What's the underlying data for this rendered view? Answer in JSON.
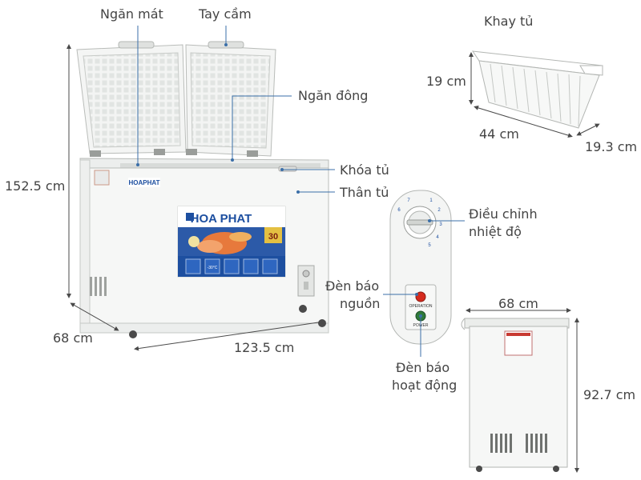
{
  "labels": {
    "ngan_mat": "Ngăn mát",
    "tay_cam": "Tay cầm",
    "ngan_dong": "Ngăn đông",
    "khoa_tu": "Khóa tủ",
    "than_tu": "Thân tủ",
    "khay_tu": "Khay tủ",
    "dieu_chinh_1": "Điều chỉnh",
    "dieu_chinh_2": "nhiệt độ",
    "den_nguon_1": "Đèn báo",
    "den_nguon_2": "nguồn",
    "den_hoat_1": "Đèn báo",
    "den_hoat_2": "hoạt động"
  },
  "dimensions": {
    "height_total": "152.5 cm",
    "depth": "68 cm",
    "width": "123.5 cm",
    "tray_height": "19 cm",
    "tray_length": "44 cm",
    "tray_width": "19.3 cm",
    "side_depth": "68 cm",
    "side_height": "92.7 cm"
  },
  "brand": {
    "logo_small": "HOAPHAT",
    "logo_main": "HOA PHAT",
    "badge": "30",
    "temp": "-30°C"
  },
  "panel": {
    "operation": "OPERATION",
    "power": "POWER",
    "dial_numbers": [
      "1",
      "2",
      "3",
      "4",
      "5",
      "6",
      "7"
    ]
  },
  "colors": {
    "line": "#4a4a4a",
    "blue_callout": "#3b6fa8",
    "banner_blue": "#1d4fa0",
    "red_light": "#d52b1e",
    "green_light": "#2f7a3a"
  }
}
